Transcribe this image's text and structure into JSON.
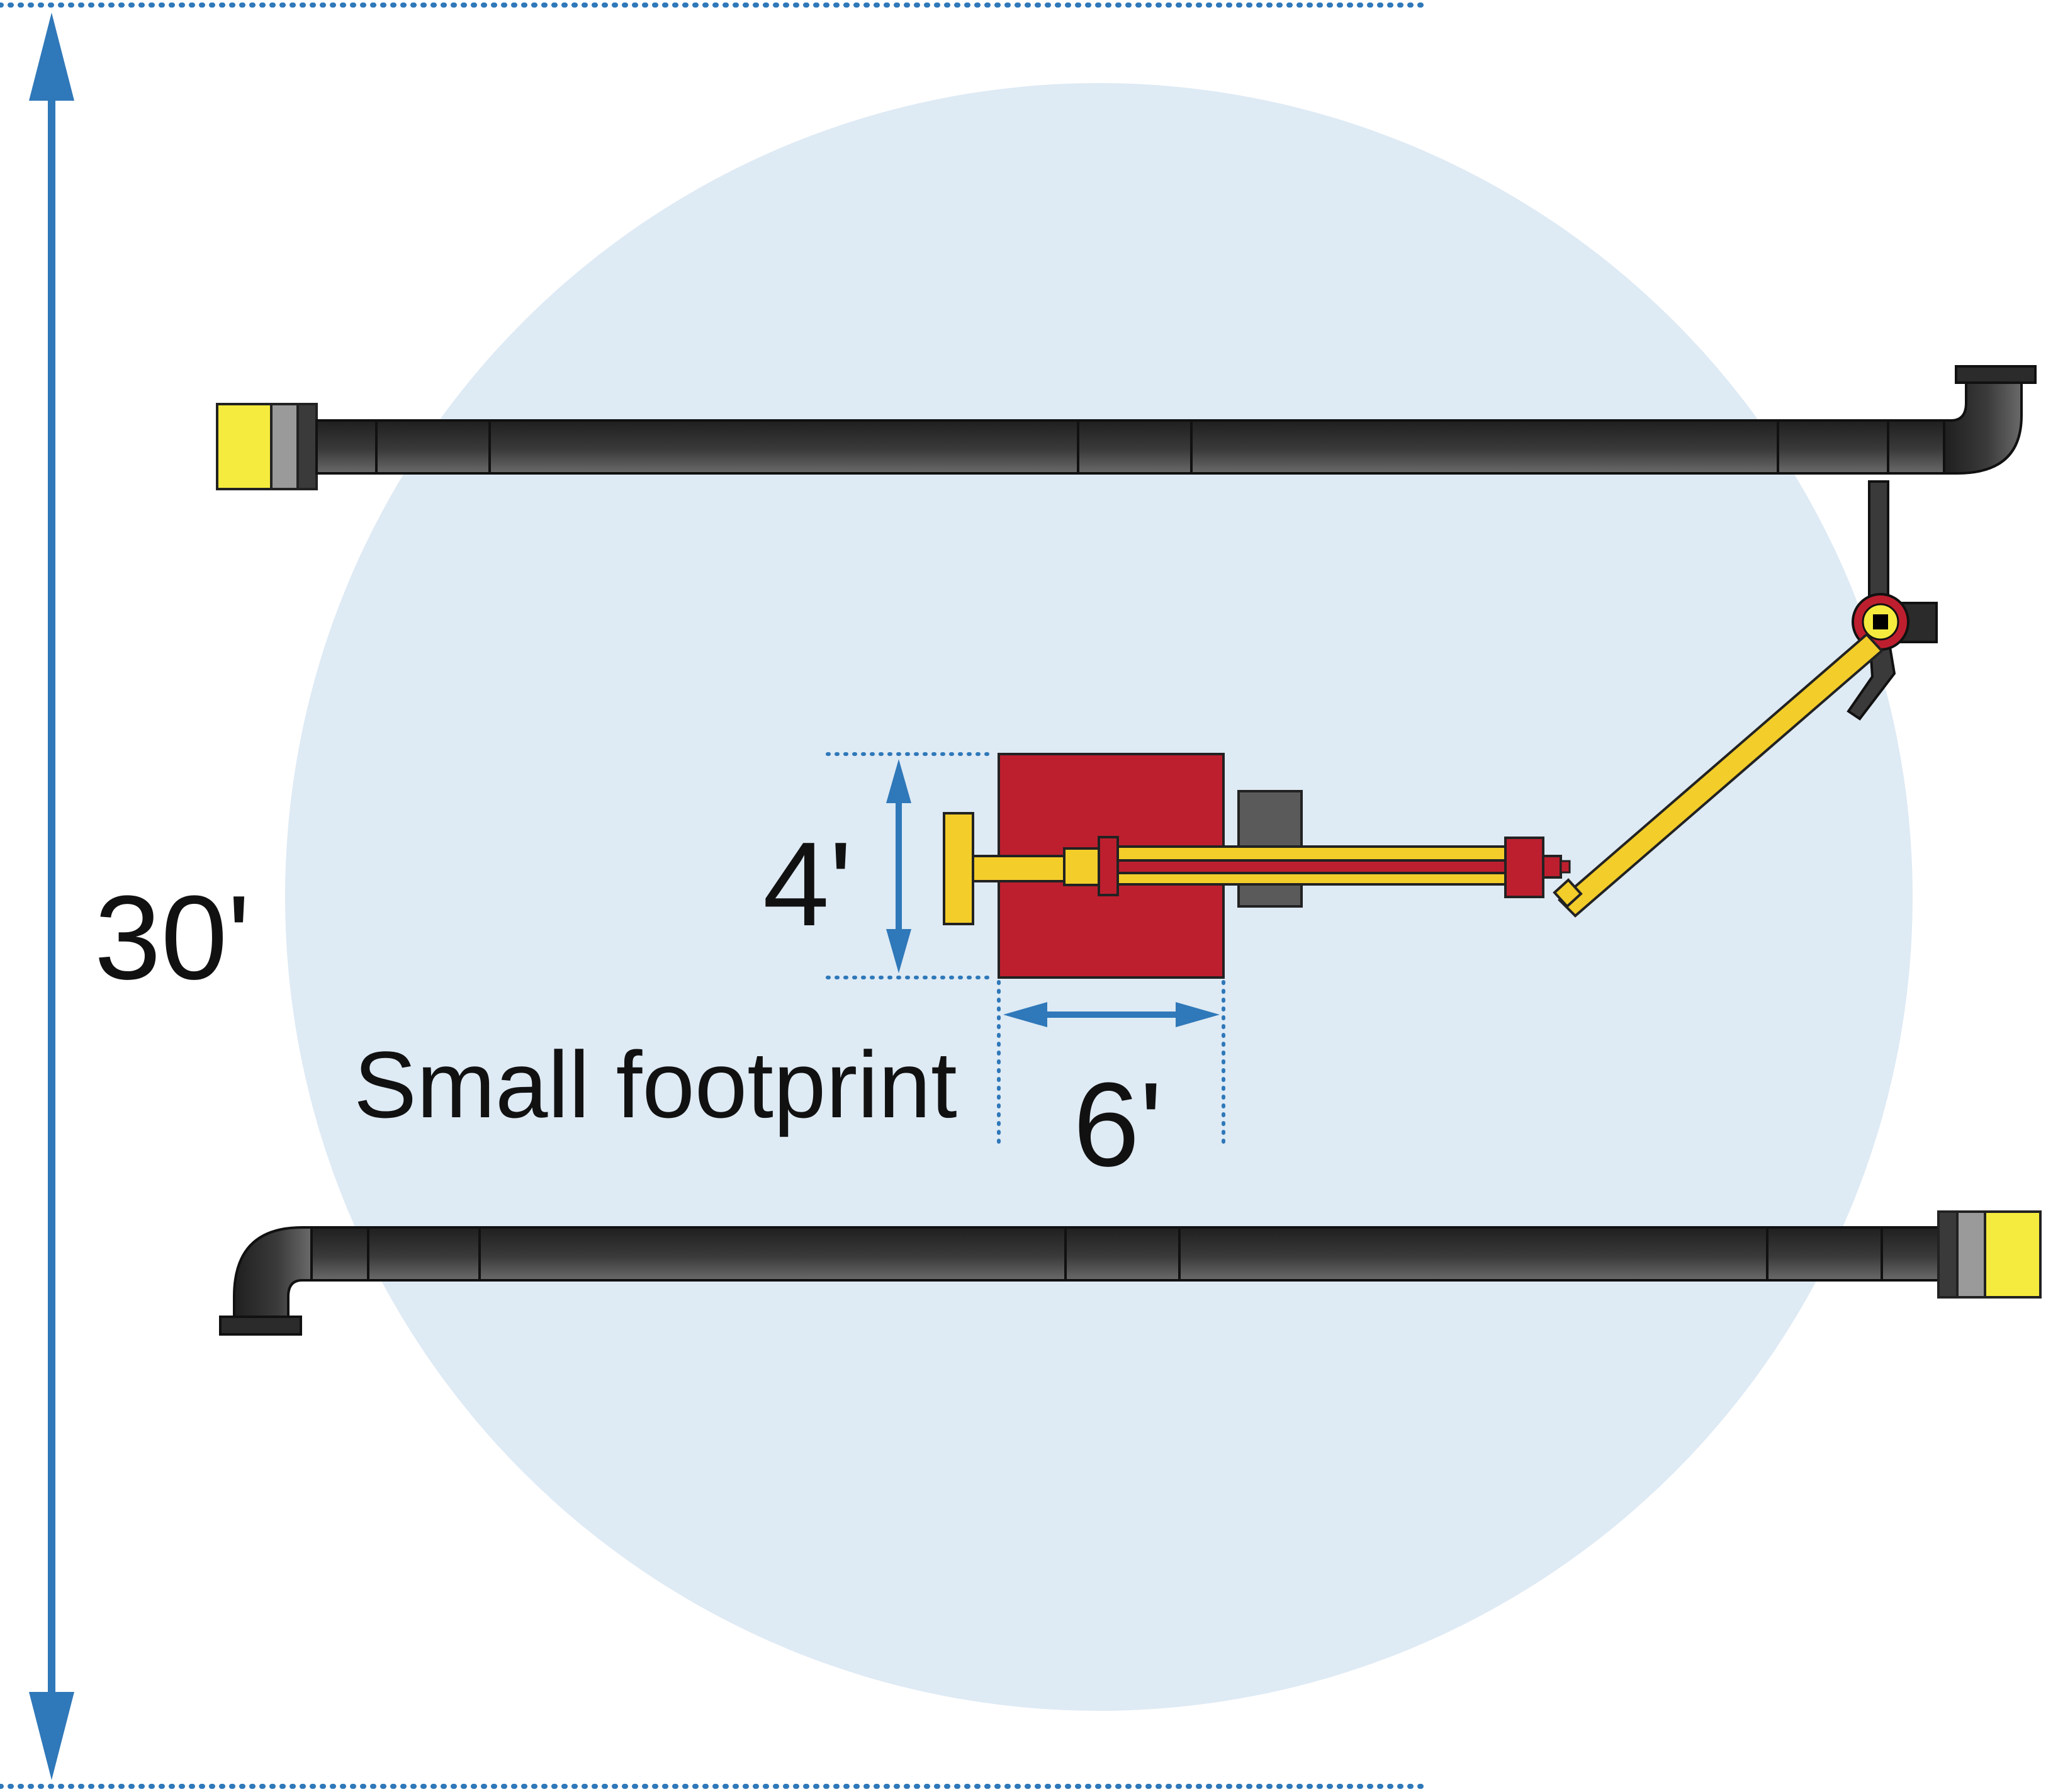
{
  "labels": {
    "overall_height": "30'",
    "unit_height": "4'",
    "unit_width": "6'",
    "caption": "Small footprint"
  },
  "colors": {
    "background_circle": "#deeaf4",
    "dimension_blue": "#2f78b9",
    "pipe_dark": "#2b2b2b",
    "pipe_light": "#6b6b6b",
    "coupling_yellow": "#f5eb3e",
    "coupling_gray": "#9a9a9a",
    "unit_red": "#be1f2f",
    "boom_yellow": "#f3cd2a",
    "motor_gray": "#5a5a5a"
  }
}
